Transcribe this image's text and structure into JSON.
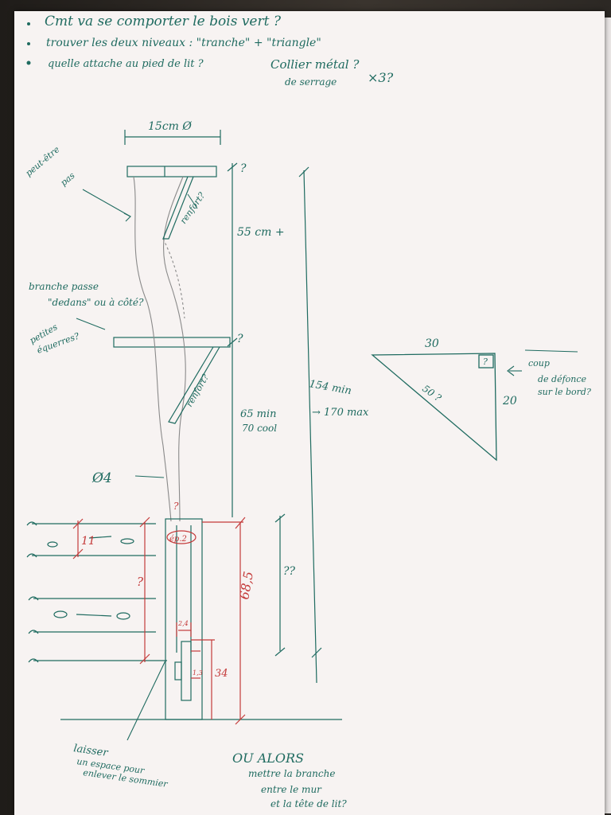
{
  "notes": {
    "line1": "Cmt va se comporter le bois vert ?",
    "line2": "trouver les deux niveaux : \"tranche\" + \"triangle\"",
    "line3": "quelle attache au pied de lit ?",
    "line3b": "Collier métal ?",
    "line3c": "de serrage",
    "line3d": "×3?"
  },
  "labels": {
    "diameter_top": "15cm Ø",
    "peut_etre_pas_1": "peut-être",
    "peut_etre_pas_2": "pas",
    "renfort_1": "renfort?",
    "renfort_2": "renfort?",
    "dim_55": "55 cm +",
    "q_top": "?",
    "q_mid": "?",
    "branche_1": "branche passe",
    "branche_2": "\"dedans\" ou à côté?",
    "petites_1": "petites",
    "petites_2": "équerres?",
    "dim_65": "65 min",
    "dim_70": "70 cool",
    "dim_154": "154 min",
    "dim_170": "→ 170 max",
    "diam_4": "Ø4",
    "dim_11": "11",
    "q_red": "?",
    "ep": "ép.2",
    "dim_685": "68,5",
    "dim_34": "34",
    "dim_24": "2,4",
    "dim_13": "1,3",
    "q_right": "??",
    "laisser_1": "laisser",
    "laisser_2": "un espace pour",
    "laisser_3": "enlever le sommier",
    "ou_alors": "OU ALORS",
    "mettre_1": "mettre la branche",
    "mettre_2": "entre le mur",
    "mettre_3": "et la tête de lit?",
    "tri_30": "30",
    "tri_20": "20",
    "tri_50": "50 ?",
    "tri_q": "?",
    "coup_1": "coup",
    "coup_2": "de défonce",
    "coup_3": "sur le bord?"
  },
  "colors": {
    "ink_green": "#1f6b60",
    "ink_red": "#c43a3a",
    "pencil": "#8a8a8a",
    "paper": "#f7f3f2"
  }
}
